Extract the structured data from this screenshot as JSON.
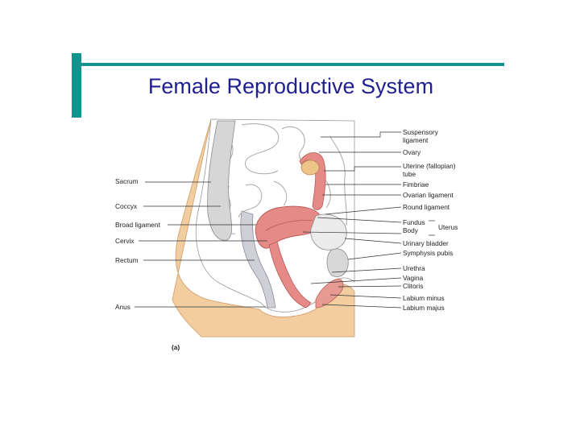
{
  "slide": {
    "title": "Female Reproductive System"
  },
  "figure": {
    "panel_label": "(a)",
    "labels_left": [
      "Sacrum",
      "Coccyx",
      "Broad ligament",
      "Cervix",
      "Rectum",
      "Anus"
    ],
    "labels_right": [
      "Suspensory",
      "ligament",
      "Ovary",
      "Uterine (fallopian)",
      "tube",
      "Fimbriae",
      "Ovarian ligament",
      "Round ligament",
      "Fundus",
      "Body",
      "Uterus",
      "Urinary bladder",
      "Symphysis pubis",
      "Urethra",
      "Vagina",
      "Clitoris",
      "Labium minus",
      "Labium majus"
    ]
  },
  "colors": {
    "accent": "#13928e",
    "title": "#1f1f8f",
    "skin": "#f1cda0",
    "organ": "#e58a86"
  }
}
